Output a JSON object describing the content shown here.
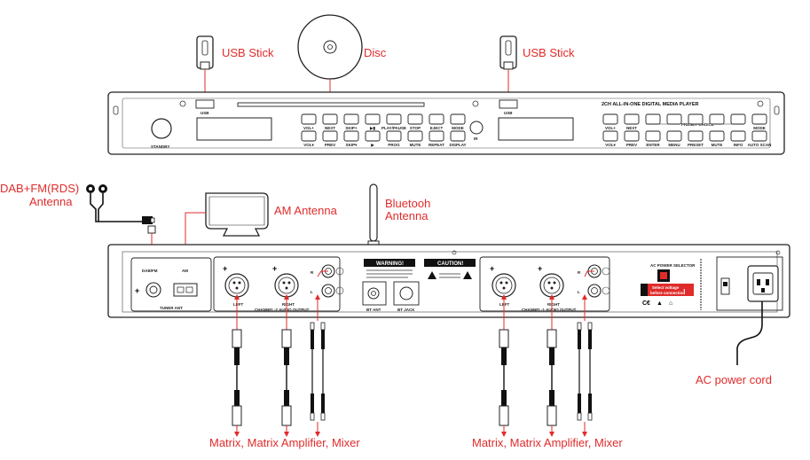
{
  "labels": {
    "usb_stick_left": "USB Stick",
    "disc": "Disc",
    "usb_stick_right": "USB Stick",
    "dab_line1": "DAB+FM(RDS)",
    "dab_line2": "Antenna",
    "am_antenna": "AM Antenna",
    "bt_line1": "Bluetooh",
    "bt_line2": "Antenna",
    "ac_cord": "AC power cord",
    "matrix_left": "Matrix, Matrix Amplifier, Mixer",
    "matrix_right": "Matrix, Matrix Amplifier, Mixer"
  },
  "front_panel": {
    "title": "2CH ALL-IN-ONE DIGITAL MEDIA PLAYER",
    "usb_left": "USB",
    "usb_right": "USB",
    "standby": "STANDBY",
    "ir": "IR",
    "left_top_buttons": [
      "VOL+",
      "NEXT",
      "SKIP+",
      "▶▮",
      "PLAY/PAUSE",
      "STOP",
      "EJECT",
      "MODE"
    ],
    "left_bottom_buttons": [
      "VOL▾",
      "PREV",
      "SKIP▾",
      "▶",
      "PROG",
      "MUTE",
      "REPEAT",
      "DISPLAY"
    ],
    "preset_label": "PRESET CHOICE",
    "right_top_buttons": [
      "VOL+",
      "NEXT",
      "",
      "",
      "",
      "",
      "",
      "MODE"
    ],
    "right_bottom_buttons": [
      "VOL▾",
      "PREV",
      "ENTER",
      "MENU",
      "PRESET",
      "MUTE",
      "INFO",
      "AUTO SCAN"
    ]
  },
  "rear_panel": {
    "dab_fm": "DAB/FM",
    "am": "AM",
    "tuner_ant": "TUNER ANT",
    "left": "LEFT",
    "right": "RIGHT",
    "ch2_output": "CHANNEL-2 AUDIO OUTPUT",
    "ch1_output": "CHANNEL-1 AUDIO OUTPUT",
    "r": "R",
    "l": "L",
    "warning": "WARNING!",
    "caution": "CAUTION!",
    "bt_ant": "BT ANT",
    "bt_jack": "BT JACK",
    "ac_power_selector": "AC POWER SELECTOR",
    "select_voltage_1": "Select voltage",
    "select_voltage_2": "before connection"
  }
}
